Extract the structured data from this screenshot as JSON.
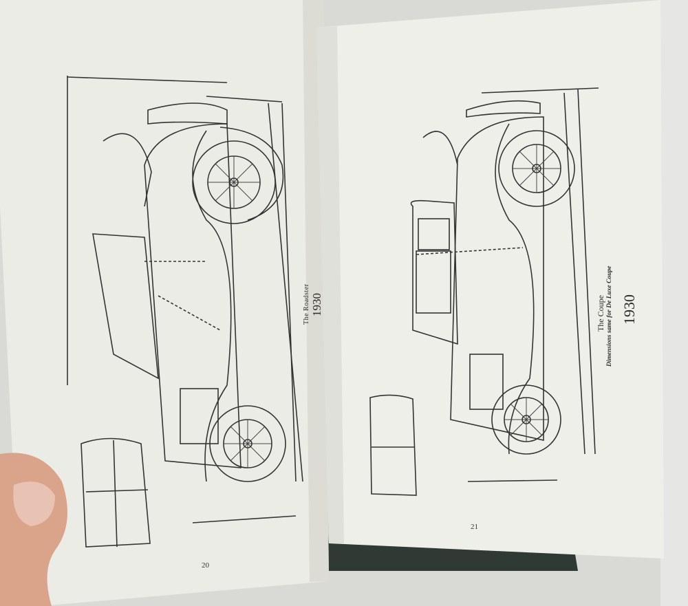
{
  "left_page": {
    "caption_title": "The Roadster",
    "caption_year": "1930",
    "page_number": "20"
  },
  "right_page": {
    "caption_title": "The Coupe",
    "caption_subtitle": "Dimensions same for De Luxe Coupe",
    "caption_year": "1930",
    "page_number": "21"
  },
  "colors": {
    "paper": "#efefea",
    "ink": "#2a2a2a",
    "cover": "#2e3a33",
    "background": "#d9d9d6",
    "skin": "#d9a48a"
  }
}
